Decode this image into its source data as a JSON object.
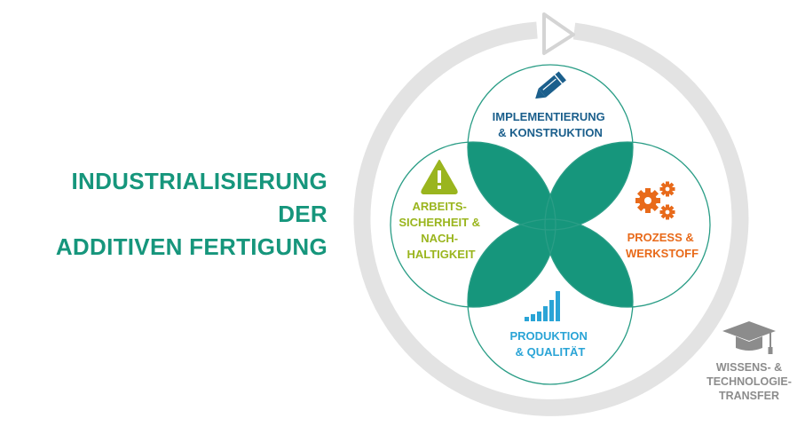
{
  "title": {
    "lines": [
      "INDUSTRIALISIERUNG",
      "DER",
      "ADDITIVEN FERTIGUNG"
    ]
  },
  "colors": {
    "title": "#16967c",
    "petal": "#16967c",
    "circle_stroke": "#2a9d86",
    "cycle_ring": "#e3e3e3",
    "top": "#1b5f8c",
    "right": "#e86a1a",
    "bottom": "#2aa4d6",
    "left": "#9ab51e",
    "transfer": "#8c8c8c"
  },
  "segments": {
    "top": {
      "lines": [
        "IMPLEMENTIERUNG",
        "& KONSTRUKTION"
      ],
      "icon": "pencil-icon"
    },
    "right": {
      "lines": [
        "PROZESS &",
        "WERKSTOFF"
      ],
      "icon": "gears-icon"
    },
    "bottom": {
      "lines": [
        "PRODUKTION",
        "& QUALITÄT"
      ],
      "icon": "bar-chart-icon"
    },
    "left": {
      "lines": [
        "ARBEITS-",
        "SICHERHEIT &",
        "NACH-",
        "HALTIGKEIT"
      ],
      "icon": "warning-icon"
    }
  },
  "transfer": {
    "lines": [
      "WISSENS- &",
      "TECHNOLOGIE-",
      "TRANSFER"
    ],
    "icon": "graduation-cap-icon"
  }
}
